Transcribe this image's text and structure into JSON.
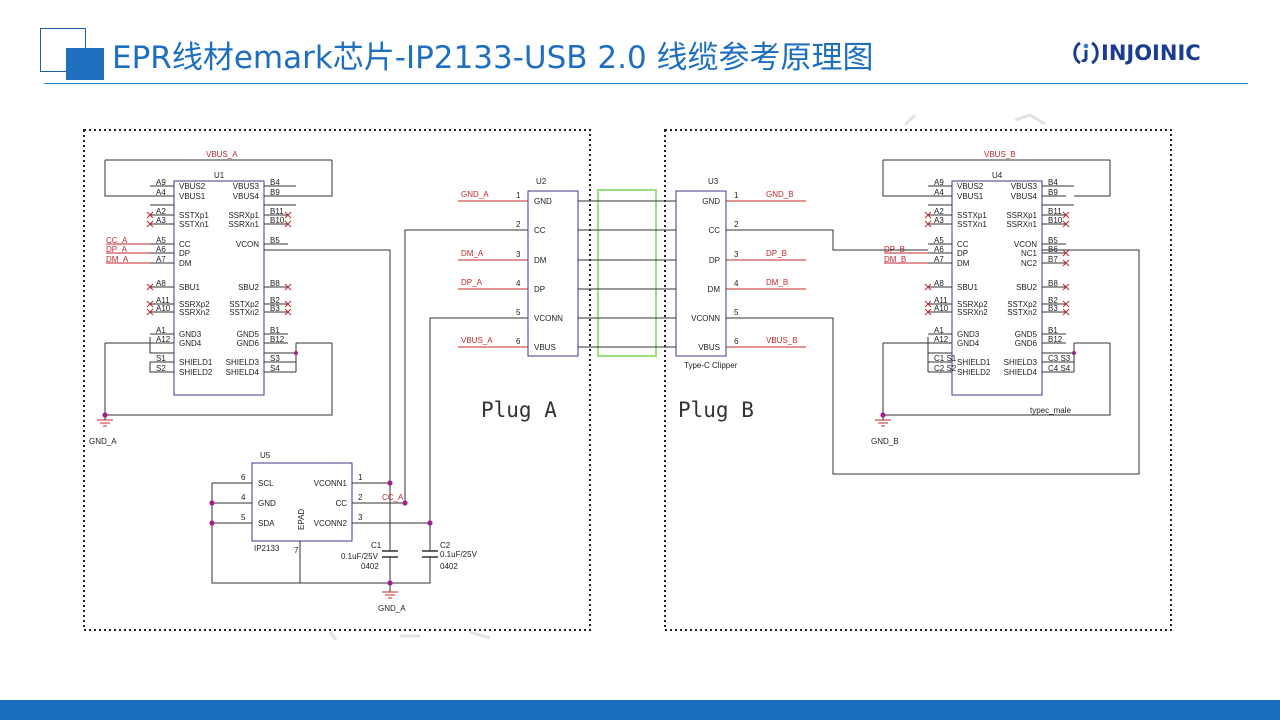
{
  "header": {
    "title": "EPR线材emark芯片-IP2133-USB 2.0 线缆参考原理图",
    "logo_text": "INJOINIC",
    "accent_color": "#1f6fbf",
    "logo_color": "#1a3d8f"
  },
  "schematic": {
    "plug_a_label": "Plug A",
    "plug_b_label": "Plug B",
    "u1": {
      "ref": "U1",
      "net_top": "VBUS_A",
      "left_pins": [
        {
          "num": "A9",
          "name": "VBUS2"
        },
        {
          "num": "A4",
          "name": "VBUS1"
        },
        {
          "num": "A2",
          "name": "SSTXp1"
        },
        {
          "num": "A3",
          "name": "SSTXn1"
        },
        {
          "num": "A5",
          "name": "CC",
          "net": "CC_A"
        },
        {
          "num": "A6",
          "name": "DP",
          "net": "DP_A"
        },
        {
          "num": "A7",
          "name": "DM",
          "net": "DM_A"
        },
        {
          "num": "A8",
          "name": "SBU1"
        },
        {
          "num": "A11",
          "name": "SSRXp2"
        },
        {
          "num": "A10",
          "name": "SSRXn2"
        },
        {
          "num": "A1",
          "name": "GND3"
        },
        {
          "num": "A12",
          "name": "GND4"
        },
        {
          "num": "S1",
          "name": "SHIELD1"
        },
        {
          "num": "S2",
          "name": "SHIELD2"
        }
      ],
      "right_pins": [
        {
          "num": "B4",
          "name": "VBUS3"
        },
        {
          "num": "B9",
          "name": "VBUS4"
        },
        {
          "num": "B11",
          "name": "SSRXp1"
        },
        {
          "num": "B10",
          "name": "SSRXn1"
        },
        {
          "num": "B5",
          "name": "VCON"
        },
        {
          "num": "B8",
          "name": "SBU2"
        },
        {
          "num": "B2",
          "name": "SSTXp2"
        },
        {
          "num": "B3",
          "name": "SSTXn2"
        },
        {
          "num": "B1",
          "name": "GND5"
        },
        {
          "num": "B12",
          "name": "GND6"
        },
        {
          "num": "S3",
          "name": "SHIELD3"
        },
        {
          "num": "S4",
          "name": "SHIELD4"
        }
      ],
      "gnd_label": "GND_A"
    },
    "u2": {
      "ref": "U2",
      "pins": [
        {
          "num": "1",
          "name": "GND",
          "net": "GND_A"
        },
        {
          "num": "2",
          "name": "CC",
          "net": ""
        },
        {
          "num": "3",
          "name": "DM",
          "net": "DM_A"
        },
        {
          "num": "4",
          "name": "DP",
          "net": "DP_A"
        },
        {
          "num": "5",
          "name": "VCONN",
          "net": ""
        },
        {
          "num": "6",
          "name": "VBUS",
          "net": "VBUS_A"
        }
      ]
    },
    "u3": {
      "ref": "U3",
      "subtitle": "Type-C Clipper",
      "pins": [
        {
          "num": "1",
          "name": "GND",
          "net": "GND_B"
        },
        {
          "num": "2",
          "name": "CC",
          "net": ""
        },
        {
          "num": "3",
          "name": "DP",
          "net": "DP_B"
        },
        {
          "num": "4",
          "name": "DM",
          "net": "DM_B"
        },
        {
          "num": "5",
          "name": "VCONN",
          "net": ""
        },
        {
          "num": "6",
          "name": "VBUS",
          "net": "VBUS_B"
        }
      ]
    },
    "u4": {
      "ref": "U4",
      "net_top": "VBUS_B",
      "footer": "typec_male",
      "left_pins": [
        {
          "num": "A9",
          "name": "VBUS2"
        },
        {
          "num": "A4",
          "name": "VBUS1"
        },
        {
          "num": "A2",
          "name": "SSTXp1"
        },
        {
          "num": "A3",
          "name": "SSTXn1"
        },
        {
          "num": "A5",
          "name": "CC"
        },
        {
          "num": "A6",
          "name": "DP",
          "net": "DP_B"
        },
        {
          "num": "A7",
          "name": "DM",
          "net": "DM_B"
        },
        {
          "num": "A8",
          "name": "SBU1"
        },
        {
          "num": "A11",
          "name": "SSRXp2"
        },
        {
          "num": "A10",
          "name": "SSRXn2"
        },
        {
          "num": "A1",
          "name": "GND3"
        },
        {
          "num": "A12",
          "name": "GND4"
        },
        {
          "num": "C1 S1",
          "name": "SHIELD1"
        },
        {
          "num": "C2 S2",
          "name": "SHIELD2"
        }
      ],
      "right_pins": [
        {
          "num": "B4",
          "name": "VBUS3"
        },
        {
          "num": "B9",
          "name": "VBUS4"
        },
        {
          "num": "B11",
          "name": "SSRXp1"
        },
        {
          "num": "B10",
          "name": "SSRXn1"
        },
        {
          "num": "B5",
          "name": "VCON"
        },
        {
          "num": "B6",
          "name": "NC1"
        },
        {
          "num": "B7",
          "name": "NC2"
        },
        {
          "num": "B8",
          "name": "SBU2"
        },
        {
          "num": "B2",
          "name": "SSTXp2"
        },
        {
          "num": "B3",
          "name": "SSTXn2"
        },
        {
          "num": "B1",
          "name": "GND5"
        },
        {
          "num": "B12",
          "name": "GND6"
        },
        {
          "num": "C3 S3",
          "name": "SHIELD3"
        },
        {
          "num": "C4 S4",
          "name": "SHIELD4"
        }
      ],
      "gnd_label": "GND_B"
    },
    "u5": {
      "ref": "U5",
      "part": "IP2133",
      "left_pins": [
        {
          "num": "6",
          "name": "SCL"
        },
        {
          "num": "4",
          "name": "GND"
        },
        {
          "num": "5",
          "name": "SDA"
        }
      ],
      "right_pins": [
        {
          "num": "1",
          "name": "VCONN1"
        },
        {
          "num": "2",
          "name": "CC"
        },
        {
          "num": "3",
          "name": "VCONN2"
        }
      ],
      "epad_label": "EPAD",
      "epad_num": "7",
      "cc_net": "CC_A",
      "gnd_label": "GND_A"
    },
    "c1": {
      "ref": "C1",
      "value": "0.1uF/25V",
      "package": "0402"
    },
    "c2": {
      "ref": "C2",
      "value": "0.1uF/25V",
      "package": "0402"
    }
  }
}
